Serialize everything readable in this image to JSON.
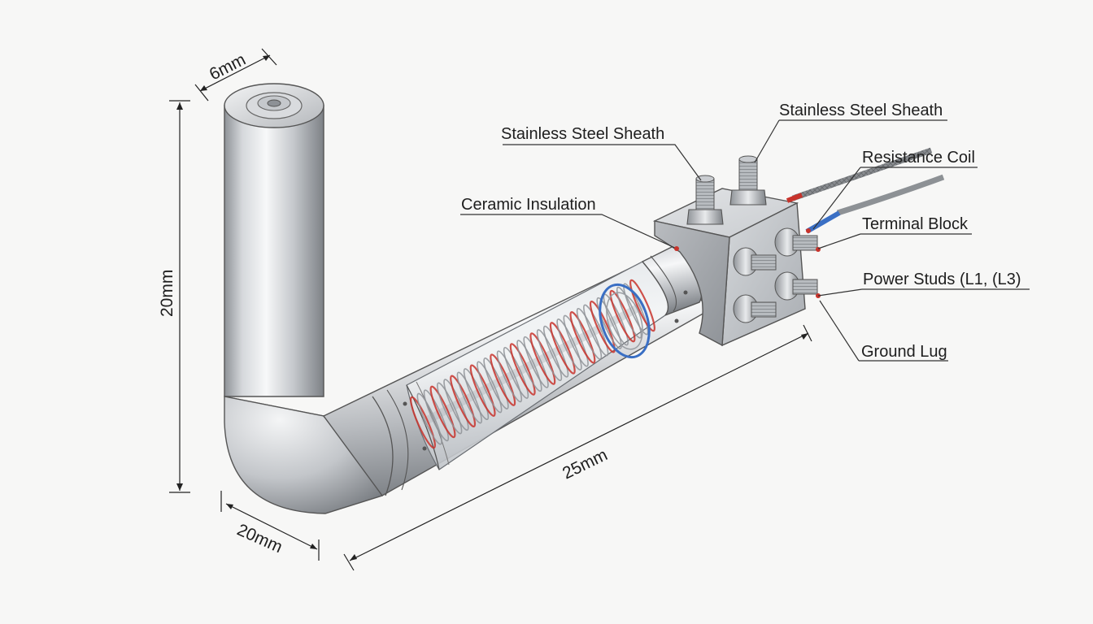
{
  "labels": {
    "sheath_left": "Stainless Steel Sheath",
    "sheath_right": "Stainless Steel Sheath",
    "ceramic": "Ceramic Insulation",
    "coil": "Resistance Coil",
    "terminal_block": "Terminal Block",
    "power_studs": "Power Studs (L1, (L3)",
    "ground_lug": "Ground Lug"
  },
  "dimensions": {
    "diameter": "6mm",
    "vertical_height": "20mm",
    "bend_width": "20mm",
    "horizontal_length": "25mm"
  },
  "colors": {
    "coil_red": "#c8332b",
    "coil_blue": "#3a6fc4",
    "steel_light": "#eef0f2",
    "steel_dark": "#8d9196"
  }
}
